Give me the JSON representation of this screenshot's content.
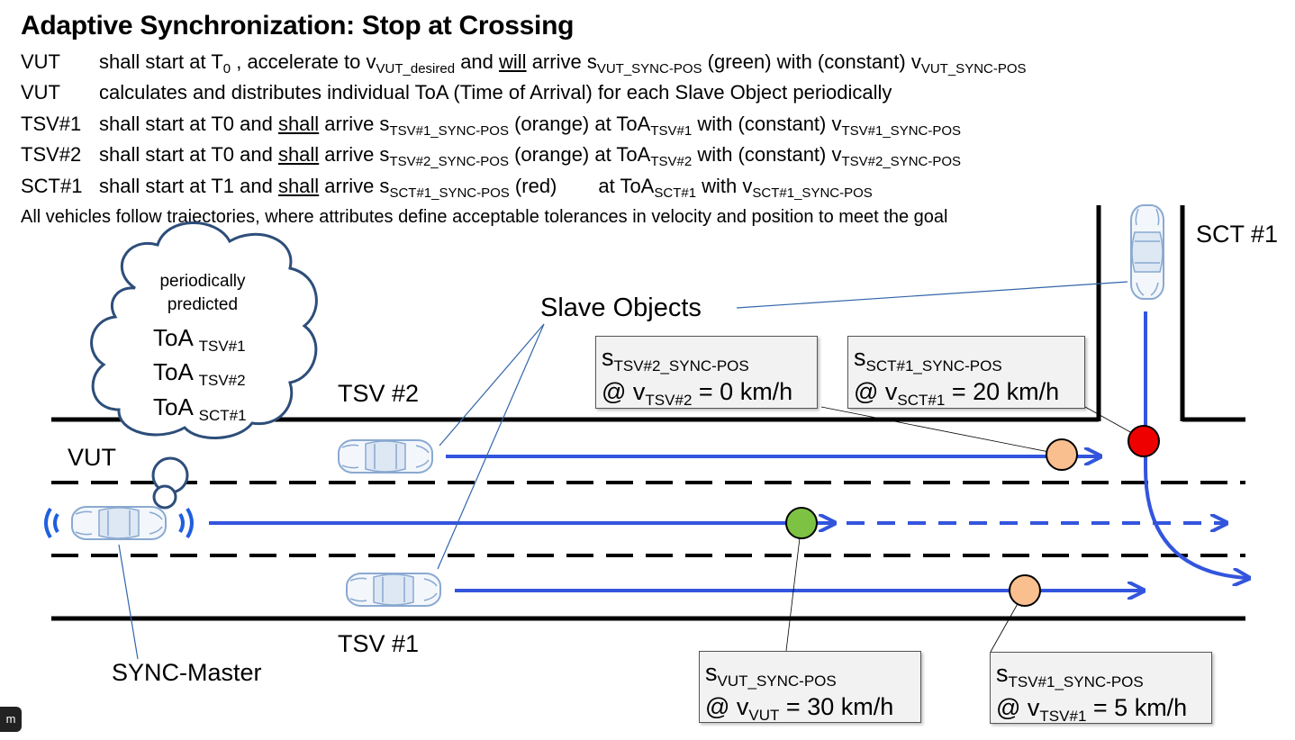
{
  "title": "Adaptive Synchronization: Stop at Crossing",
  "lines": {
    "l1": {
      "who": "VUT",
      "a": "shall start at T",
      "a_sub": "0",
      "b": " , accelerate to v",
      "b_sub": "VUT_desired",
      "c": " and ",
      "c_u": "will",
      "d": " arrive s",
      "d_sub": "VUT_SYNC-POS",
      "e": " (green) with (constant) v",
      "e_sub": "VUT_SYNC-POS"
    },
    "l2": {
      "who": "VUT",
      "text": "calculates and distributes individual ToA (Time of Arrival) for each Slave Object periodically"
    },
    "l3": {
      "who": "TSV#1",
      "a": "shall start at T0 and ",
      "a_u": "shall",
      "b": " arrive s",
      "b_sub": "TSV#1_SYNC-POS",
      "c": " (orange) at ToA",
      "c_sub": "TSV#1",
      "d": " with (constant) v",
      "d_sub": "TSV#1_SYNC-POS"
    },
    "l4": {
      "who": "TSV#2",
      "a": "shall start at T0 and ",
      "a_u": "shall",
      "b": " arrive s",
      "b_sub": "TSV#2_SYNC-POS",
      "c": " (orange) at ToA",
      "c_sub": "TSV#2",
      "d": " with (constant) v",
      "d_sub": "TSV#2_SYNC-POS"
    },
    "l5": {
      "who": "SCT#1",
      "a": "shall start at T1 and ",
      "a_u": "shall",
      "b": " arrive s",
      "b_sub": "SCT#1_SYNC-POS",
      "c": " (red)",
      "d": "at ToA",
      "d_sub": "SCT#1",
      "e": " with v",
      "e_sub": "SCT#1_SYNC-POS"
    }
  },
  "note": "All vehicles follow trajectories, where attributes define acceptable tolerances in velocity and position to meet the goal",
  "labels": {
    "sct1": "SCT #1",
    "tsv2": "TSV #2",
    "tsv1": "TSV #1",
    "vut": "VUT",
    "slave_objects": "Slave Objects",
    "sync_master": "SYNC-Master"
  },
  "cloud": {
    "l1": "periodically",
    "l2": "predicted",
    "toa": "ToA",
    "s1": "TSV#1",
    "s2": "TSV#2",
    "s3": "SCT#1"
  },
  "boxes": {
    "tsv2": {
      "s": "s",
      "s_sub": "TSV#2_SYNC-POS",
      "at": "@ v",
      "v_sub": "TSV#2",
      "val": " = 0 km/h"
    },
    "sct1": {
      "s": "s",
      "s_sub": "SCT#1_SYNC-POS",
      "at": "@ v",
      "v_sub": "SCT#1",
      "val": " = 20 km/h"
    },
    "vut": {
      "s": "s",
      "s_sub": "VUT_SYNC-POS",
      "at": "@ v",
      "v_sub": "VUT",
      "val": " = 30 km/h"
    },
    "tsv1": {
      "s": "s",
      "s_sub": "TSV#1_SYNC-POS",
      "at": "@ v",
      "v_sub": "TSV#1",
      "val": " = 5 km/h"
    }
  },
  "corner_tag": "m",
  "colors": {
    "arrow": "#3355dd",
    "green": "#7dc242",
    "orange": "#f9bf8f",
    "red": "#ee0000",
    "signal": "#1f5fe0",
    "car": "#9bb7d8"
  },
  "icons": [
    "car-icon",
    "signal-waves-icon",
    "thought-cloud-icon"
  ]
}
